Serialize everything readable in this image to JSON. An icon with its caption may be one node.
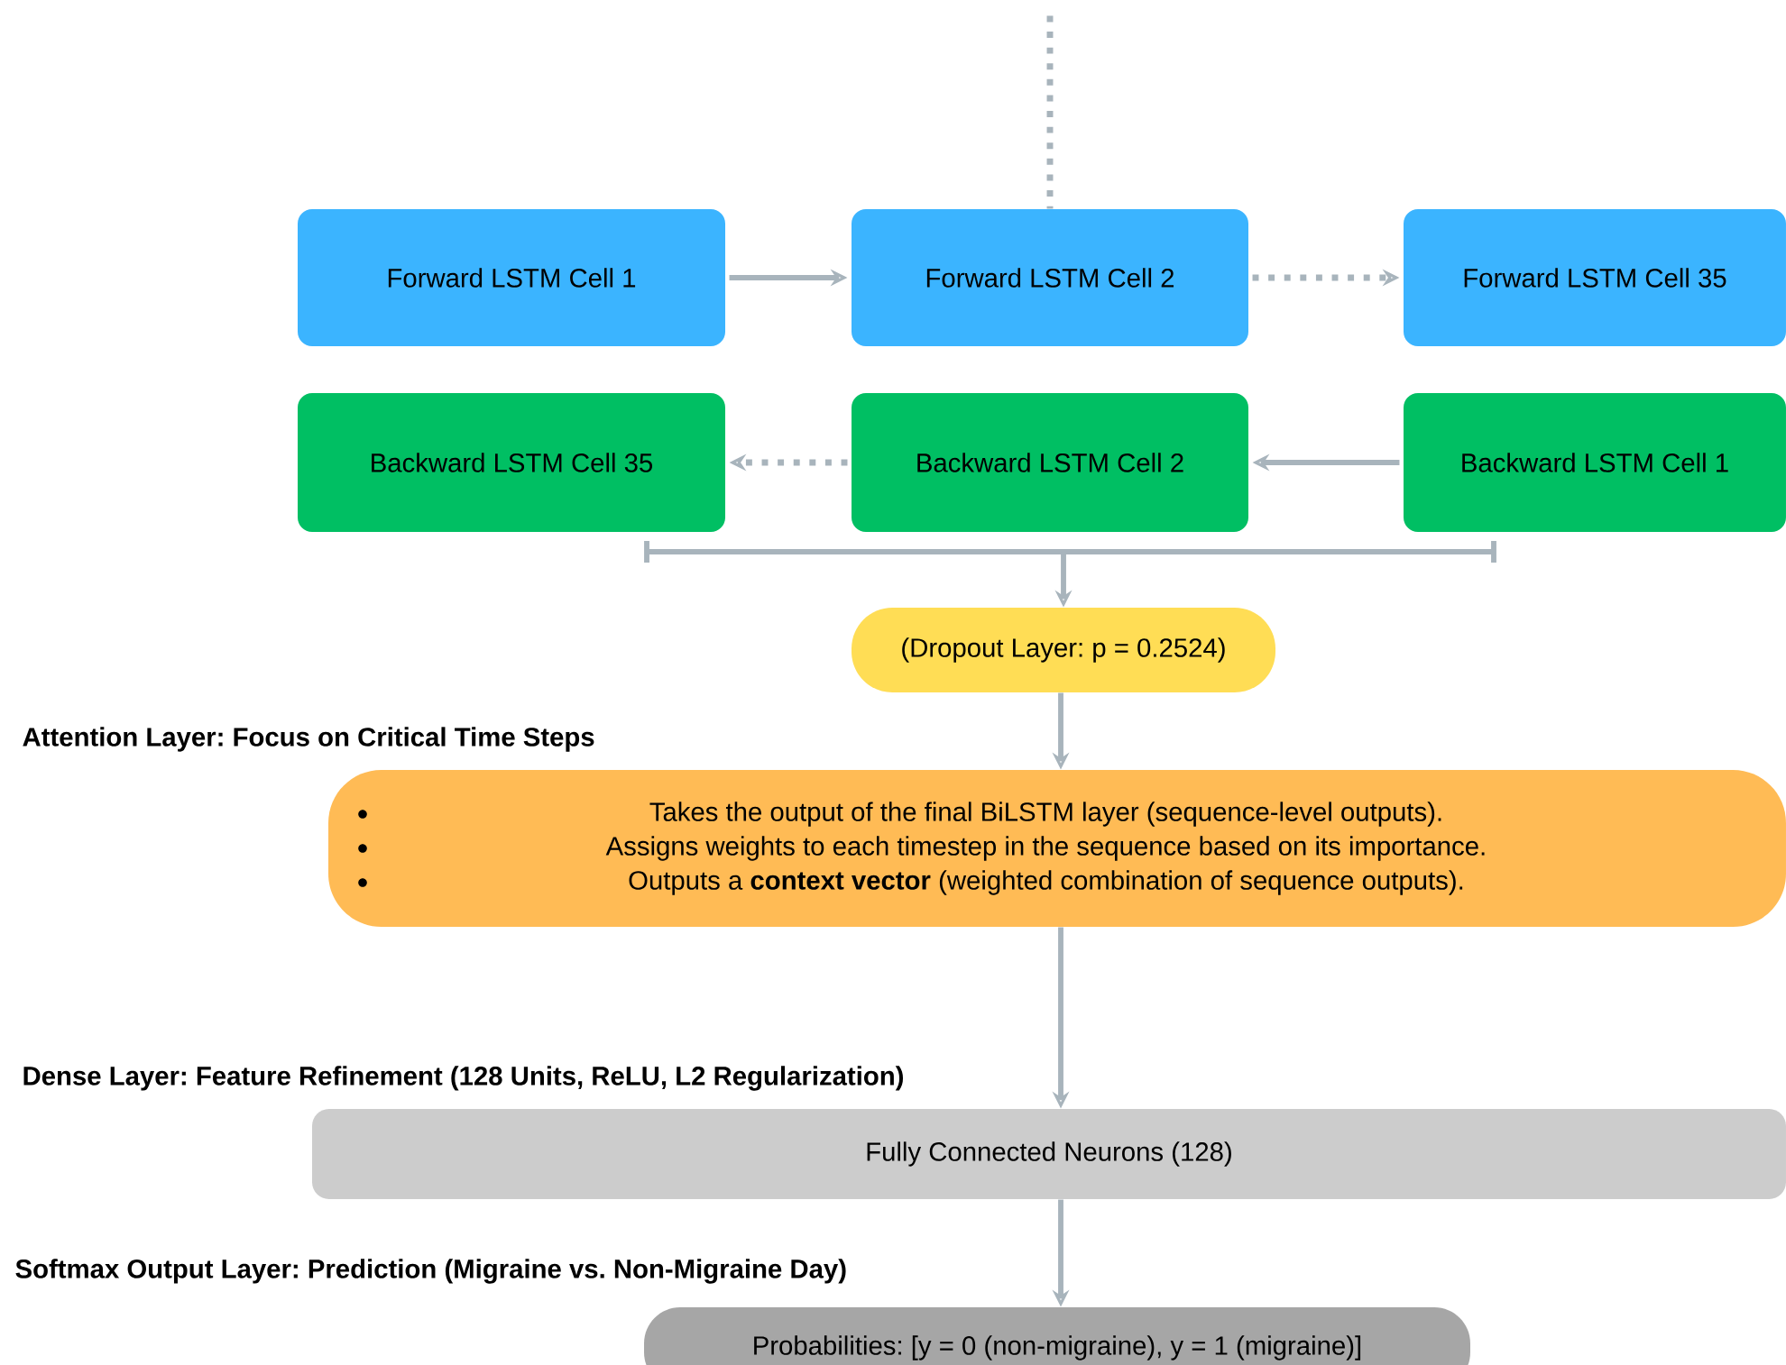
{
  "diagram": {
    "nodes": [
      {
        "text": [
          "Forward LSTM Cell 1"
        ]
      },
      {
        "text": [
          "Forward LSTM Cell 2"
        ]
      },
      {
        "text": [
          "Forward LSTM Cell 35"
        ]
      },
      {
        "text": [
          "Backward LSTM Cell 35"
        ]
      },
      {
        "text": [
          "Backward LSTM Cell 2"
        ]
      },
      {
        "text": [
          "Backward LSTM Cell 1"
        ]
      },
      {
        "text": [
          "(Dropout Layer: p = 0.2524)"
        ]
      },
      {
        "text": [
          "Attention Layer: Focus on Critical Time Steps",
          "Takes the output of the final BiLSTM layer (sequence-level outputs).",
          "Assigns weights to each timestep in the sequence based on its importance.",
          "Outputs a **context vector** (weighted combination of sequence outputs)."
        ]
      },
      {
        "text": [
          "Dense Layer: Feature Refinement (128 Units, ReLU, L2 Regularization)",
          "Fully Connected Neurons (128)"
        ]
      },
      {
        "text": [
          "Softmax Output Layer: Prediction (Migraine vs. Non-Migraine Day)",
          "Probabilities: [y = 0 (non-migraine), y = 1 (migraine)]"
        ]
      }
    ],
    "edges": [
      {
        "from": null,
        "to": 1,
        "arrow": "none",
        "style": "dashed"
      },
      {
        "from": 0,
        "to": 1,
        "arrow": "to"
      },
      {
        "from": 1,
        "to": 2,
        "arrow": "to",
        "style": "dashed"
      },
      {
        "from": 5,
        "to": 4,
        "arrow": "to"
      },
      {
        "from": 4,
        "to": 3,
        "arrow": "to",
        "style": "dashed"
      },
      {
        "from": 3,
        "to": 6,
        "arrow": "to"
      },
      {
        "from": 4,
        "to": 6,
        "arrow": "to"
      },
      {
        "from": 5,
        "to": 6,
        "arrow": "to"
      },
      {
        "from": 6,
        "to": 7,
        "arrow": "to"
      },
      {
        "from": 7,
        "to": 8,
        "arrow": "to"
      },
      {
        "from": 8,
        "to": 9,
        "arrow": "to"
      }
    ]
  }
}
